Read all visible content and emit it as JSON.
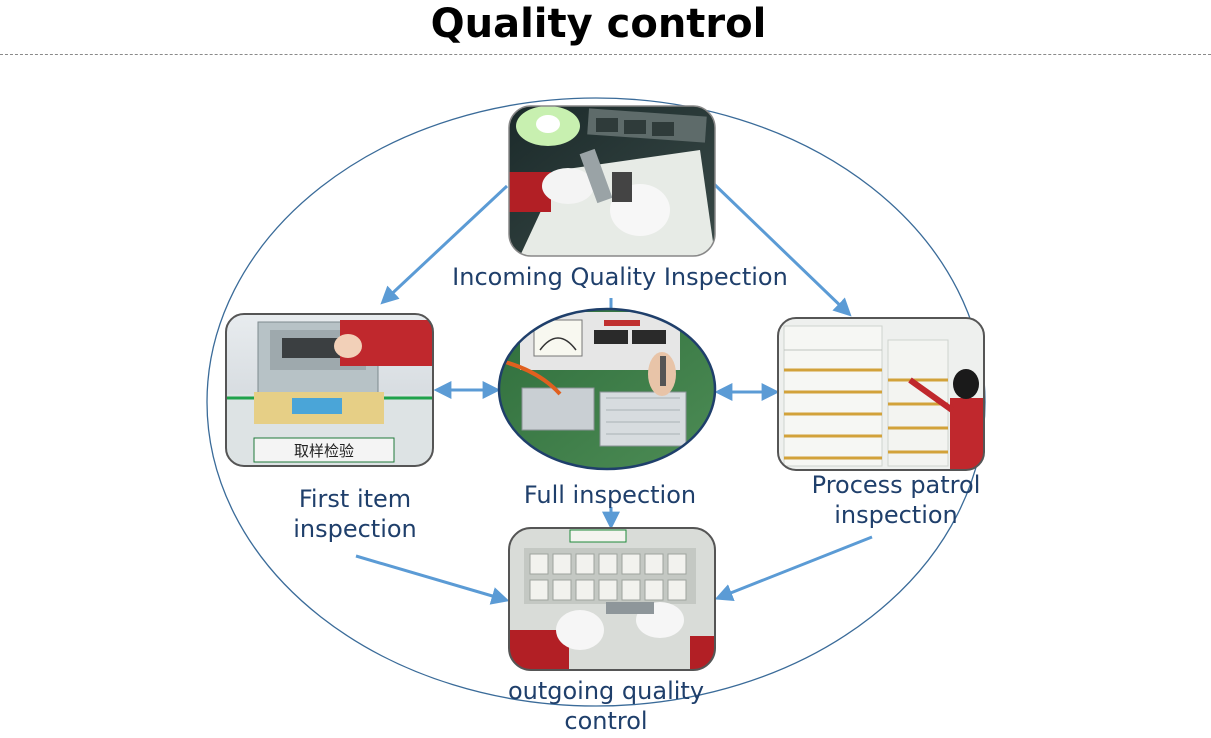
{
  "title": "Quality control",
  "colors": {
    "arrow": "#5b9bd5",
    "ellipse": "#3a6b99",
    "label": "#1f3f6b",
    "glove_red": "#c0282d"
  },
  "stages": {
    "incoming": "Incoming Quality Inspection",
    "first_item": "First item\ninspection",
    "full": "Full inspection",
    "process": "Process patrol\ninspection",
    "outgoing": "outgoing quality\ncontrol"
  },
  "sign_text": "取样检验",
  "icons": {
    "incoming": "caliper-inspection-photo",
    "first_item": "scale-sampling-photo",
    "full": "test-instrument-photo",
    "process": "shelf-patrol-photo",
    "outgoing": "caliper-product-photo"
  }
}
